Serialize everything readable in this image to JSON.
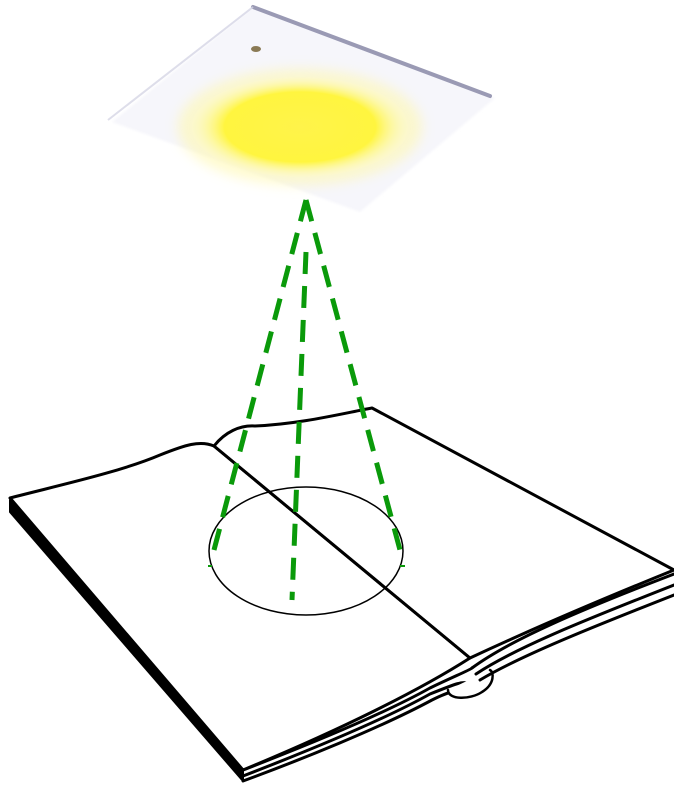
{
  "diagram": {
    "colors": {
      "light_glow": "#fff34a",
      "light_panel_edge": "#9a9ab4",
      "beam": "#0a9a0a",
      "book_outline": "#000000",
      "background": "#ffffff"
    },
    "parts": {
      "ceiling_light": "ceiling-light",
      "light_beam": "light-beam",
      "illuminated_spot": "illuminated-circle",
      "book": "open-book"
    }
  }
}
